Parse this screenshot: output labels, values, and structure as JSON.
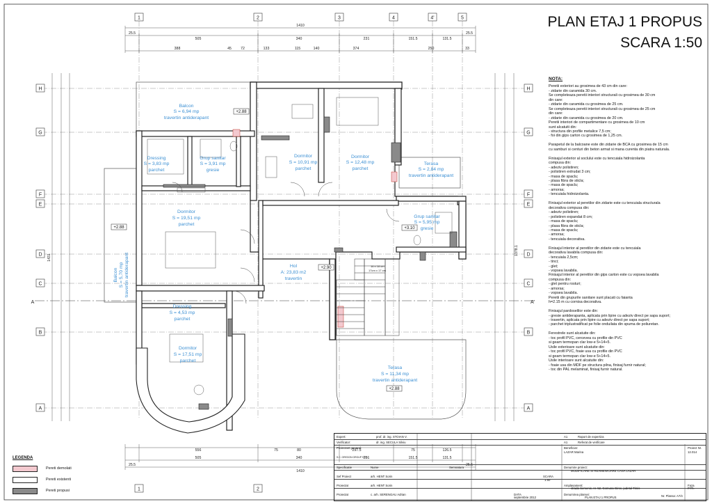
{
  "title": {
    "line1": "PLAN ETAJ 1 PROPUS",
    "line2": "SCARA 1:50"
  },
  "axes": {
    "top": [
      "1",
      "2",
      "3",
      "4",
      "4'",
      "5"
    ],
    "left": [
      "H",
      "G",
      "F",
      "E",
      "D",
      "C",
      "B",
      "A"
    ],
    "section": "A",
    "section_right": "A'"
  },
  "dimensions": {
    "top_total": "1410",
    "top_ends": [
      "25.5",
      "25.5"
    ],
    "top_row2": [
      "505",
      "340",
      "231",
      "151.5",
      "131.5"
    ],
    "top_row3": [
      "388",
      "45",
      "72",
      "133",
      "115",
      "140",
      "374",
      "250",
      "33"
    ],
    "bottom_row1": [
      "556",
      "75",
      "80",
      "297.5",
      "75",
      "126.5"
    ],
    "bottom_row2": [
      "505",
      "340",
      "231",
      "151.5",
      "131.5"
    ],
    "bottom_total": "1410",
    "bottom_ends": [
      "25.5",
      "25.5"
    ],
    "left_total": "1431",
    "right_total": "1378.1"
  },
  "rooms": [
    {
      "name": "Balcon",
      "area": "S = 6,94 mp",
      "finish": "travertin antiderapant"
    },
    {
      "name": "Dressing",
      "area": "S = 3,83 mp",
      "finish": "parchet"
    },
    {
      "name": "Grup sanitar",
      "area": "S = 3,91 mp",
      "finish": "gresie"
    },
    {
      "name": "Dormitor",
      "area": "S = 10,91 mp",
      "finish": "parchet"
    },
    {
      "name": "Dormitor",
      "area": "S = 12,48 mp",
      "finish": "parchet"
    },
    {
      "name": "Terasa",
      "area": "S = 2,84 mp",
      "finish": "travertin antiderapant"
    },
    {
      "name": "Dormitor",
      "area": "S = 19,51 mp",
      "finish": "parchet"
    },
    {
      "name": "Grup sanitar",
      "area": "S = 5,95 mp",
      "finish": "gresie"
    },
    {
      "name": "Balcon",
      "area": "S = 5,70 mp",
      "finish": "travertin antiderapant"
    },
    {
      "name": "Hol",
      "area": "A: 23,83 m2",
      "finish": "travertin"
    },
    {
      "name": "Dressing",
      "area": "S = 4,53 mp",
      "finish": "parchet"
    },
    {
      "name": "Dormitor",
      "area": "S = 17,51 mp",
      "finish": "parchet"
    },
    {
      "name": "Terasa",
      "area": "S = 11,34 mp",
      "finish": "travertin antiderapant"
    }
  ],
  "levels": [
    "+2.88",
    "+2.88",
    "+3.10",
    "+2.90",
    "+2.88"
  ],
  "stair_note": [
    "16 x 18 cm",
    "17cm x 17 cm"
  ],
  "notes_heading": "NOTA:",
  "notes": [
    "Peretii exteriori au grosimea de 43 cm din care:",
    "- zidarie din caramida 30 cm.",
    "Se completeaza peretii interiori structurali cu grosimea de 30 cm",
    "din care:",
    "- zidarie din caramida cu grosimea de 25 cm.",
    "Se completeaza peretii interiori structurali cu grosimea de 25 cm",
    "din care:",
    "- zidarie din caramida cu grosimea de 20 cm.",
    "Peretii interiori de compartimentare cu grosimea de 10 cm",
    "sunt alcatuiti din:",
    "- structura din profile metalice 7,5 cm;",
    "- foi din gips carton cu grosimea de 1,25 cm.",
    "",
    "Parapetul de la balcoane este din zidarie de BCA cu grosimea de 15 cm",
    "cu samburi si centuri din beton armat si mana curenta din piatra naturala.",
    "",
    "Finisajul exterior al soclului este cu tencuiala hidroizolanta",
    "compusa din:",
    "- adeziv polistiren;",
    "- polistiren extrudat 3 cm;",
    "- masa de spaclu;",
    "- plasa fibra de sticla;",
    "- masa de spaclu;",
    "- amorsa;",
    "- tencuiala hidroizolanta.",
    "",
    "Finisajul exterior al peretilor din zidarie este cu tencuiala structurala",
    "decorativa compusa din:",
    "- adeziv polistiren;",
    "- polistiren expandat 8 cm;",
    "- masa de spaclu;",
    "- plasa fibra de sticla;",
    "- masa de spaclu;",
    "- amorsa;",
    "- tencuiala decorativa.",
    "",
    "Finisajul interior al peretilor din zidarie este cu tencuiala",
    "decorativa lavabila compusa din:",
    "- tencuiala 2,5cm;",
    "- tinci;",
    "- glet;",
    "- vopsea lavabila.",
    "Finisajul interior al peretilor din gips carton este cu vopsea lavabila",
    "compusa din:",
    "- glet pentru rosturi;",
    "- amorsa;",
    "- vopsea lavabila.",
    "Peretii din grupurile sanitare sunt placati cu faianta",
    "h=2.15 m cu cornisa decorativa.",
    "",
    "Finisajul pardoselilor este din:",
    "- gresie antiderapanta, aplicata prin lipire cu adeziv direct pe sapa suport;",
    "- travertin, aplicata prin lipire cu adeziv direct pe  sapa suport;",
    "- parchet triplustratificat pe folie onduilata din spuma de poliuretan.",
    "",
    "Ferestrele sunt alcatuite din:",
    "- toc profil PVC, cercevea cu profile din PVC",
    "  si geam termopan clar low-e 5+14+5.",
    "Usile exterioare sunt alcatuite din:",
    "- toc profil PVC, foaie usa cu profile din PVC",
    "  si geam termopan clar low-e 5+14+5.",
    "Usile interioare sunt alcatuite din:",
    "- foaie usa din MDF pe structura pilna, finisaj furnir natural;",
    "- toc din PAL melaminat, finisaj furnir natural."
  ],
  "legend": {
    "title": "LEGENDA",
    "items": [
      {
        "label": "Pereti demolati",
        "color": "#f3c9cf"
      },
      {
        "label": "Pereti existenti",
        "color": "#ffffff"
      },
      {
        "label": "Pereti propusi",
        "color": "#8a8a8a"
      }
    ]
  },
  "title_block": {
    "expert": "Expert:",
    "expert_name": "prof. dr. ing. STOIAN V.",
    "verificator": "Verificator:",
    "verificator_name": "dr. ing. SECULA Silviu",
    "a1": "A1",
    "raport": "Raport de expertiza",
    "referat": "Referat de verificare",
    "proiectant": "Proiectant general:",
    "company": "S.C. GREGON GROUP S.R.L.",
    "beneficiar_label": "Beneficiar:",
    "beneficiar": "LAZAR Marina",
    "proiect_nr_label": "Proiect Nr.",
    "proiect_nr": "12.014",
    "specificatie": "Specificatie",
    "nume": "Nume",
    "semnatura": "Semnatura",
    "denumire_proiect_label": "Denumire proiect:",
    "denumire_proiect": "MODIFICARE SI REAMENAJARE CASA LAZAR",
    "sef_proiect": "Sef Proiect",
    "sef_proiect_name": "arh. HENT Sorin",
    "proiectat": "Proiectat",
    "proiectat_name": "arh. HENT Sorin",
    "desenat": "Proiectat",
    "desenat_name": "c. arh. SERENGAU Adrian",
    "scara_label": "SCARA",
    "scara": "1:50",
    "amplasament_label": "Amplasament:",
    "amplasament": "strada Semenic, nr. 52, Comuna Giroc, judetul Timis",
    "faza_label": "Faza",
    "faza": "P.Th.",
    "data_label": "DATA",
    "data": "septembrie 2012",
    "denumire_plansa_label": "Denumirea plansei:",
    "denumire_plansa": "PLAN ETAJ 1 PROPUS",
    "nr_plansa": "Nr. Plansa: A7/4"
  }
}
